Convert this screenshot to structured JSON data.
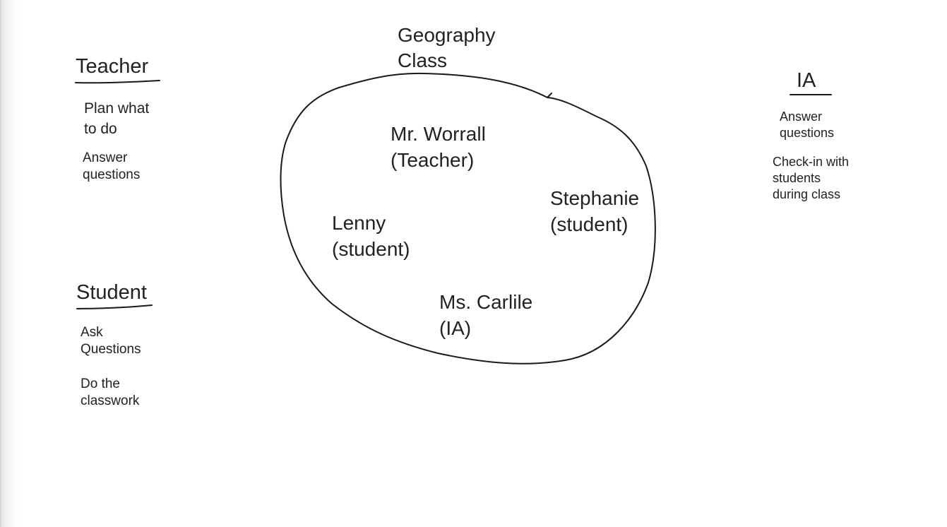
{
  "diagram": {
    "title": "Geography\nClass",
    "roles": [
      {
        "id": "teacher",
        "heading": "Teacher",
        "notes": [
          "Plan what\nto do",
          "Answer\nquestions"
        ]
      },
      {
        "id": "student",
        "heading": "Student",
        "notes": [
          "Ask\nQuestions",
          "Do the\nclasswork"
        ]
      },
      {
        "id": "ia",
        "heading": "IA",
        "notes": [
          "Answer\nquestions",
          "Check-in with\nstudents\nduring class"
        ]
      }
    ],
    "members": [
      "Mr. Worrall\n(Teacher)",
      "Stephanie\n(student)",
      "Lenny\n(student)",
      "Ms. Carlile\n(IA)"
    ]
  },
  "colors": {
    "ink": "#1a1a1a",
    "text": "#222222",
    "background": "#ffffff"
  }
}
